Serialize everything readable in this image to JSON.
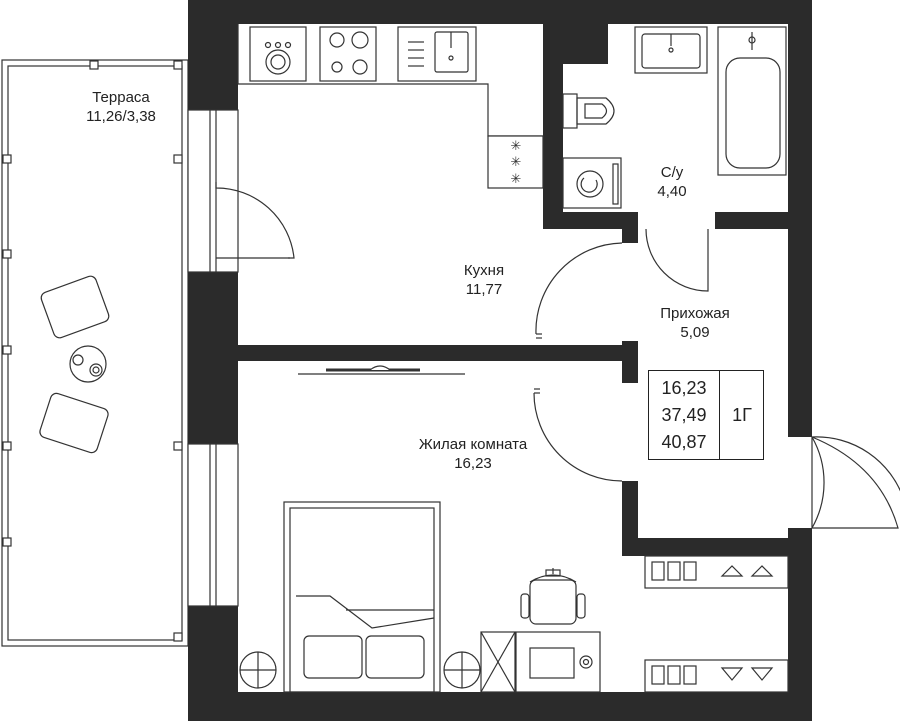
{
  "rooms": {
    "terrace": {
      "name": "Терраса",
      "area": "11,26/3,38"
    },
    "kitchen": {
      "name": "Кухня",
      "area": "11,77"
    },
    "bathroom": {
      "name": "С/у",
      "area": "4,40"
    },
    "hallway": {
      "name": "Прихожая",
      "area": "5,09"
    },
    "living": {
      "name": "Жилая комната",
      "area": "16,23"
    }
  },
  "summary": {
    "living_area": "16,23",
    "total_area": "37,49",
    "total_with_terrace": "40,87",
    "apartment_type": "1Г"
  },
  "colors": {
    "wall": "#2b2b2b",
    "line": "#333333",
    "background": "#ffffff"
  }
}
